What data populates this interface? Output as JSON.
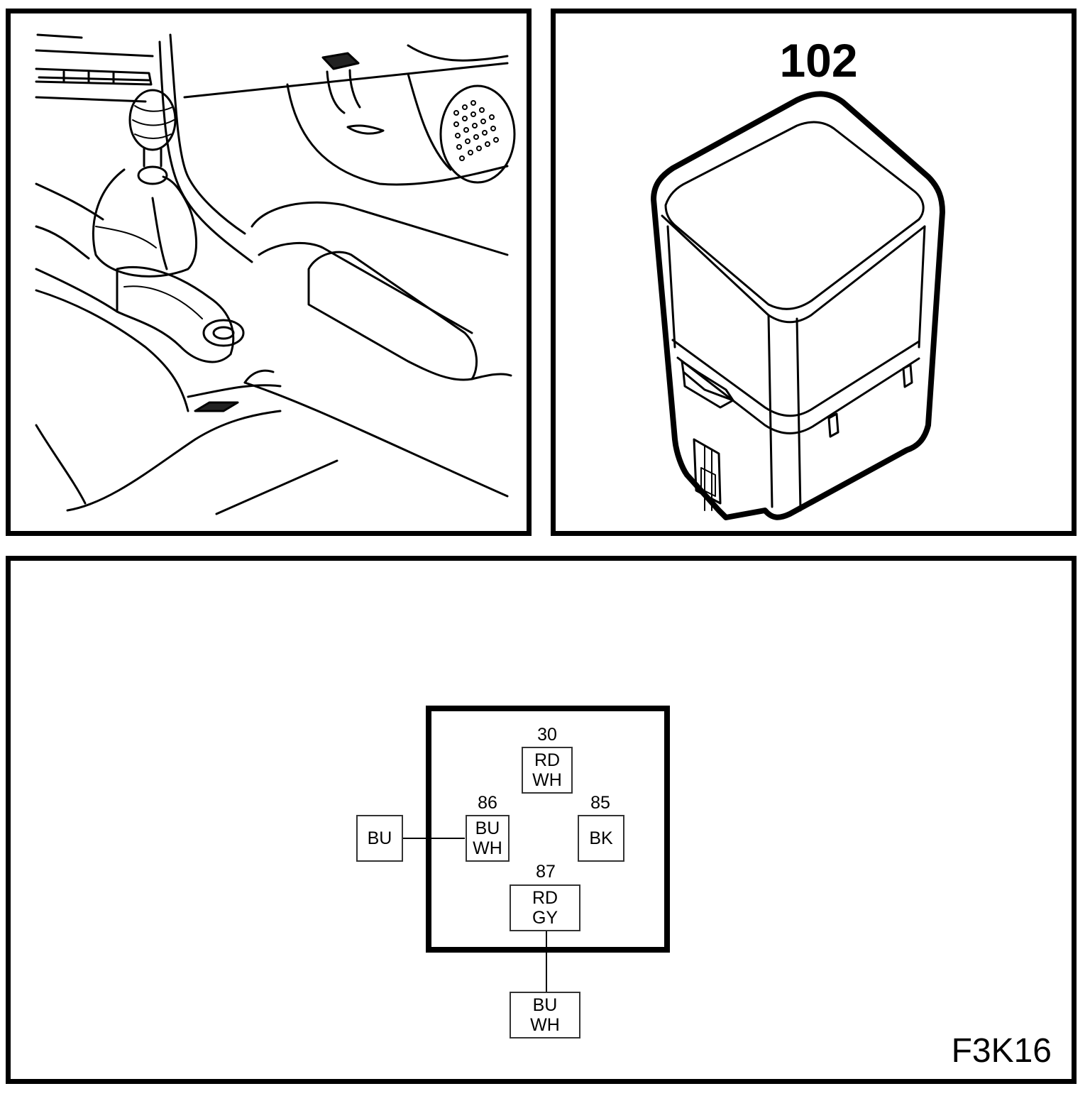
{
  "relay": {
    "number": "102"
  },
  "figure_code": "F3K16",
  "pins": [
    {
      "id": "30",
      "label": "30",
      "color_top": "RD",
      "color_bottom": "WH"
    },
    {
      "id": "86",
      "label": "86",
      "color_top": "BU",
      "color_bottom": "WH"
    },
    {
      "id": "85",
      "label": "85",
      "color_top": "BK",
      "color_bottom": ""
    },
    {
      "id": "87",
      "label": "87",
      "color_top": "RD",
      "color_bottom": "GY"
    }
  ],
  "external_wires": [
    {
      "to_pin": "86",
      "color_top": "BU",
      "color_bottom": ""
    },
    {
      "to_pin": "87",
      "color_top": "BU",
      "color_bottom": "WH"
    }
  ]
}
